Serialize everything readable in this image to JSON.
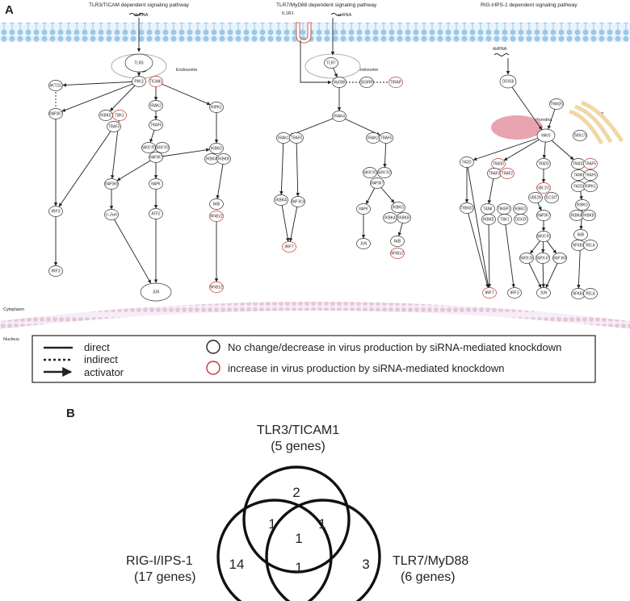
{
  "panel_a": {
    "letter": "A",
    "titles": [
      "TLR3/TICAM dependent signaling pathway",
      "TLR7/MyD88 dependent signaling pathway",
      "RIG-I/IPS-1 dependent signaling pathway"
    ],
    "labels": {
      "dsrna1": "dsRNA",
      "ssrna": "ssRNA",
      "il1r1": "IL1R1",
      "dsrna3": "dsRNA",
      "endosome1": "Endosome",
      "endosome2": "Endosome",
      "mitochondria": "Mitochondria",
      "er": "ER",
      "cytoplasm": "Cytoplasm",
      "nucleus": "Nucleus"
    },
    "nodes": [
      {
        "id": "TLR3",
        "t": "TLR3"
      },
      {
        "id": "PIK3",
        "t": "PIK3"
      },
      {
        "id": "TICAM",
        "t": "TICAM1",
        "red": true
      },
      {
        "id": "AKT1S1",
        "t": "AKT1S1"
      },
      {
        "id": "M3K7a",
        "t": "MAP3K7"
      },
      {
        "id": "IKBKEa",
        "t": "IKBKE"
      },
      {
        "id": "TBK1a",
        "t": "TBK1",
        "red": true
      },
      {
        "id": "TRAF3a",
        "t": "TRAF3"
      },
      {
        "id": "IRAK2a",
        "t": "IRAK2"
      },
      {
        "id": "TRAF6a",
        "t": "TRAF6"
      },
      {
        "id": "MAP3IP1a",
        "t": "MAP3K7 IP1"
      },
      {
        "id": "MAP3IP23a",
        "t": "MAP3K7 IP2/3"
      },
      {
        "id": "MAP3K7b",
        "t": "MAP3K7"
      },
      {
        "id": "RIPK1a",
        "t": "RIPK1"
      },
      {
        "id": "IKBKGa",
        "t": "IKBKG"
      },
      {
        "id": "IKBKAa",
        "t": "IKBKA"
      },
      {
        "id": "IKBKBa",
        "t": "IKBKB"
      },
      {
        "id": "MAP3K8",
        "t": "MAP3K8"
      },
      {
        "id": "MAPKa",
        "t": "MAPK"
      },
      {
        "id": "IkBa",
        "t": "IkB"
      },
      {
        "id": "NFKBa",
        "t": "NFkB1/2",
        "red": true
      },
      {
        "id": "IRF3a",
        "t": "IRF3"
      },
      {
        "id": "cJun",
        "t": "c-Jun"
      },
      {
        "id": "ATF2",
        "t": "ATF2"
      },
      {
        "id": "IRF3b",
        "t": "IRF3"
      },
      {
        "id": "JUNa",
        "t": "JUN"
      },
      {
        "id": "NFKBb",
        "t": "NFkB1/2",
        "red": true
      },
      {
        "id": "TLR7",
        "t": "TLR7"
      },
      {
        "id": "MyD88",
        "t": "MyD88"
      },
      {
        "id": "SIGIRR",
        "t": "SIGIRR"
      },
      {
        "id": "TIRAP",
        "t": "TIRAP",
        "red": true
      },
      {
        "id": "IRAK4",
        "t": "IRAK4"
      },
      {
        "id": "IRAK1",
        "t": "IRAK1"
      },
      {
        "id": "TRAF6b",
        "t": "TRAF6"
      },
      {
        "id": "IRAK2b",
        "t": "IRAK2"
      },
      {
        "id": "TRAF6c",
        "t": "TRAF6"
      },
      {
        "id": "IKBKAb",
        "t": "IKBKA"
      },
      {
        "id": "MAP3K14",
        "t": "MAP 3K14"
      },
      {
        "id": "MAP3IP1b",
        "t": "MAP3K7 IP1"
      },
      {
        "id": "MAP3IP23b",
        "t": "MAP3K7 IP2/3"
      },
      {
        "id": "MAP3K7c",
        "t": "MAP3K7"
      },
      {
        "id": "MAPKb",
        "t": "MAPK"
      },
      {
        "id": "IKBKGb",
        "t": "IKBKG"
      },
      {
        "id": "IKBKAc",
        "t": "IKBKA"
      },
      {
        "id": "IKBKBb",
        "t": "IKBKB"
      },
      {
        "id": "IRF7a",
        "t": "IRF7",
        "red": true
      },
      {
        "id": "JUNb",
        "t": "JUN"
      },
      {
        "id": "IkBb",
        "t": "IkB"
      },
      {
        "id": "NFKBc",
        "t": "NFkB1/2",
        "red": true
      },
      {
        "id": "DDX58",
        "t": "DDX58"
      },
      {
        "id": "TRIM25",
        "t": "TRIM25"
      },
      {
        "id": "MAVS",
        "t": "MAVS"
      },
      {
        "id": "TMEM173",
        "t": "TMEM 173"
      },
      {
        "id": "FADDa",
        "t": "FADD"
      },
      {
        "id": "TRADDa",
        "t": "TRADD",
        "red": true
      },
      {
        "id": "TRAF3b",
        "t": "TRAF3"
      },
      {
        "id": "TRAF2",
        "t": "TRAF2",
        "red": true
      },
      {
        "id": "TRADDb",
        "t": "TRADD"
      },
      {
        "id": "TRADDc",
        "t": "TRADD"
      },
      {
        "id": "TRAF5",
        "t": "TRAF5",
        "red": true
      },
      {
        "id": "TANKa",
        "t": "TANK"
      },
      {
        "id": "TBKBP1",
        "t": "TBKBP1"
      },
      {
        "id": "IKBKGc",
        "t": "IKBKG"
      },
      {
        "id": "IKBKEb",
        "t": "IKBKE"
      },
      {
        "id": "TBK1b",
        "t": "TBK1"
      },
      {
        "id": "DDX3X",
        "t": "DDX3X"
      },
      {
        "id": "UBE2V1",
        "t": "UBE 2V1",
        "red": true
      },
      {
        "id": "UBE2N",
        "t": "UBE2N"
      },
      {
        "id": "ECSIT",
        "t": "ECSIT"
      },
      {
        "id": "MAP3K7d",
        "t": "MAP3K7"
      },
      {
        "id": "MAP3IPs",
        "t": "MAP3K7 IPs"
      },
      {
        "id": "MAP2K36",
        "t": "MAP2K 3/6"
      },
      {
        "id": "MAP2K47",
        "t": "MAP2K 4/7"
      },
      {
        "id": "MAP3K8b",
        "t": "MAP 3K8"
      },
      {
        "id": "TANKb",
        "t": "TANK"
      },
      {
        "id": "TRAF6d",
        "t": "TRAF6"
      },
      {
        "id": "FADDb",
        "t": "FADD"
      },
      {
        "id": "RIPK1b",
        "t": "RIPK1"
      },
      {
        "id": "IKBKGd",
        "t": "IKBKG"
      },
      {
        "id": "IKBKAd",
        "t": "IKBKA"
      },
      {
        "id": "IKBKBc",
        "t": "IKBKB"
      },
      {
        "id": "IkBc",
        "t": "IkB"
      },
      {
        "id": "NFKB1",
        "t": "NFKB1"
      },
      {
        "id": "RELA1",
        "t": "RELA"
      },
      {
        "id": "TRIM31",
        "t": "TRIM31"
      },
      {
        "id": "IRF7b",
        "t": "IRF7",
        "red": true
      },
      {
        "id": "IRF3c",
        "t": "IRF3"
      },
      {
        "id": "JUNc",
        "t": "JUN"
      },
      {
        "id": "NFKB1b",
        "t": "NFKB1"
      },
      {
        "id": "RELA2",
        "t": "RELA"
      }
    ]
  },
  "legend": {
    "direct": "direct",
    "indirect": "indirect",
    "activator": "activator",
    "no_change": "No change/decrease in virus production by siRNA-mediated knockdown",
    "increase": "increase in virus production by siRNA-mediated knockdown",
    "colors": {
      "neutral": "#222222",
      "increase": "#c0392b"
    }
  },
  "panel_b": {
    "letter": "B",
    "sets": [
      {
        "name": "TLR3/TICAM1",
        "count": "(5 genes)"
      },
      {
        "name": "RIG-I/IPS-1",
        "count": "(17 genes)"
      },
      {
        "name": "TLR7/MyD88",
        "count": "(6 genes)"
      }
    ],
    "regions": {
      "tlr3_only": "2",
      "rig_only": "14",
      "tlr7_only": "3",
      "tlr3_rig": "1",
      "tlr3_tlr7": "1",
      "rig_tlr7": "1",
      "all": "1"
    }
  }
}
